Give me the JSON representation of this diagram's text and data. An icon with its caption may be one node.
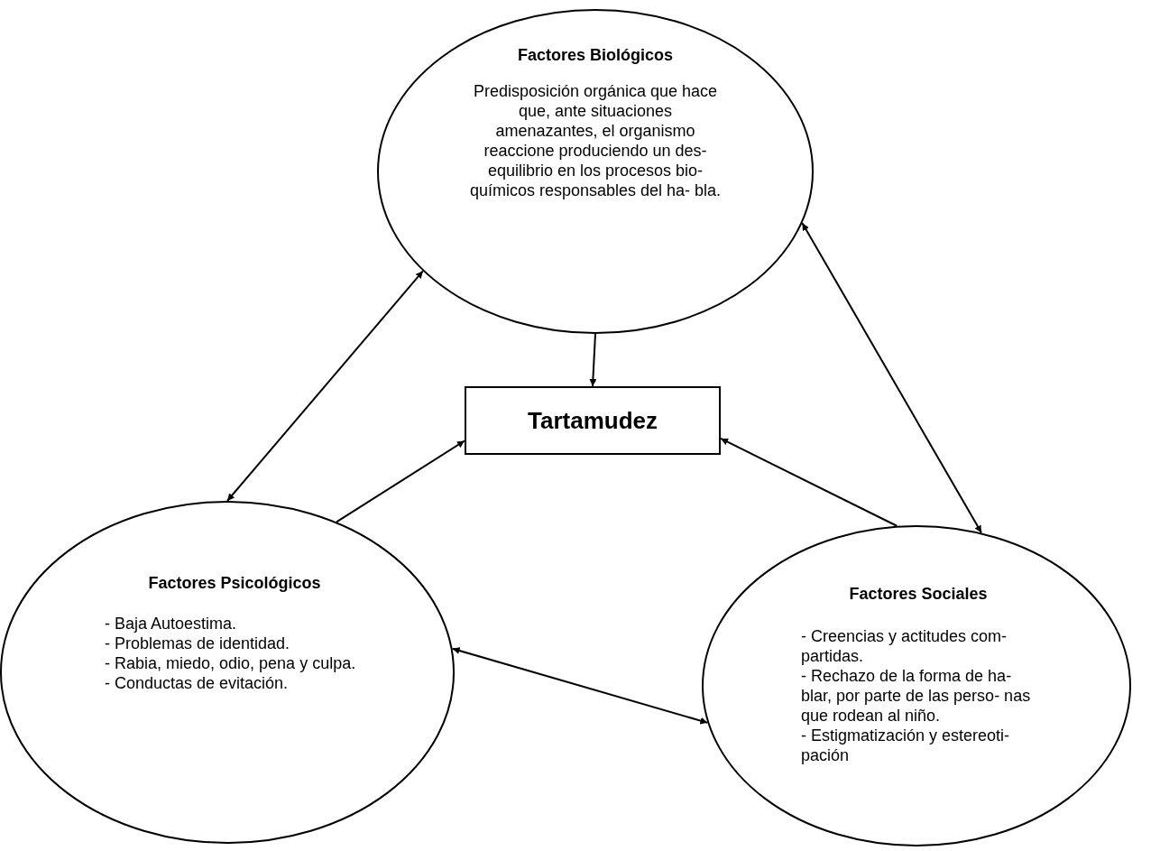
{
  "diagram": {
    "nodes": [
      {
        "text": [
          "Factores Biológicos",
          "Predisposición orgánica que hace que, ante situaciones amenazantes, el organismo reaccione produciendo un des- equilibrio en los procesos bio- químicos responsables del ha- bla."
        ]
      },
      {
        "text": [
          "Tartamudez"
        ]
      },
      {
        "text": [
          "Factores Psicológicos",
          "- Baja Autoestima.",
          "- Problemas de identidad.",
          "- Rabia, miedo, odio, pena y culpa.",
          "- Conductas de evitación."
        ]
      },
      {
        "text": [
          "Factores Sociales",
          "- Creencias y actitudes com- partidas.",
          "- Rechazo de la forma de ha- blar, por parte de las perso- nas que rodean al niño.",
          "- Estigmatización y estereoti- pación"
        ]
      }
    ],
    "edges": [
      {
        "from": 0,
        "to": 1,
        "arrow": "to"
      },
      {
        "from": 2,
        "to": 1,
        "arrow": "to"
      },
      {
        "from": 3,
        "to": 1,
        "arrow": "to"
      },
      {
        "from": 2,
        "to": 0,
        "arrow": "both"
      },
      {
        "from": 3,
        "to": 0,
        "arrow": "both"
      },
      {
        "from": 2,
        "to": 3,
        "arrow": "both"
      }
    ]
  }
}
